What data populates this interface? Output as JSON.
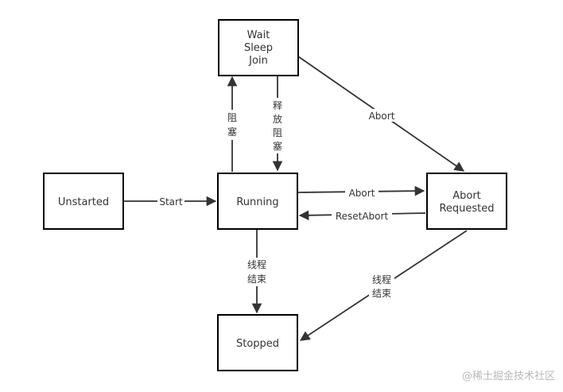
{
  "nodes": {
    "unstarted": {
      "lines": [
        "Unstarted"
      ]
    },
    "running": {
      "lines": [
        "Running"
      ]
    },
    "wait": {
      "lines": [
        "Wait",
        "Sleep",
        "Join"
      ]
    },
    "abort_requested": {
      "lines": [
        "Abort",
        "Requested"
      ]
    },
    "stopped": {
      "lines": [
        "Stopped"
      ]
    }
  },
  "edges": {
    "start": {
      "from": "unstarted",
      "to": "running",
      "lines": [
        "Start"
      ]
    },
    "block": {
      "from": "running",
      "to": "wait",
      "lines": [
        "阻",
        "塞"
      ]
    },
    "release_block": {
      "from": "wait",
      "to": "running",
      "lines": [
        "释",
        "放",
        "阻",
        "塞"
      ]
    },
    "wait_abort": {
      "from": "wait",
      "to": "abort_requested",
      "lines": [
        "Abort"
      ]
    },
    "running_abort": {
      "from": "running",
      "to": "abort_requested",
      "lines": [
        "Abort"
      ]
    },
    "reset_abort": {
      "from": "abort_requested",
      "to": "running",
      "lines": [
        "ResetAbort"
      ]
    },
    "running_end": {
      "from": "running",
      "to": "stopped",
      "lines": [
        "线程",
        "结束"
      ]
    },
    "abort_end": {
      "from": "abort_requested",
      "to": "stopped",
      "lines": [
        "线程",
        "结束"
      ]
    }
  },
  "watermark": "@稀土掘金技术社区"
}
